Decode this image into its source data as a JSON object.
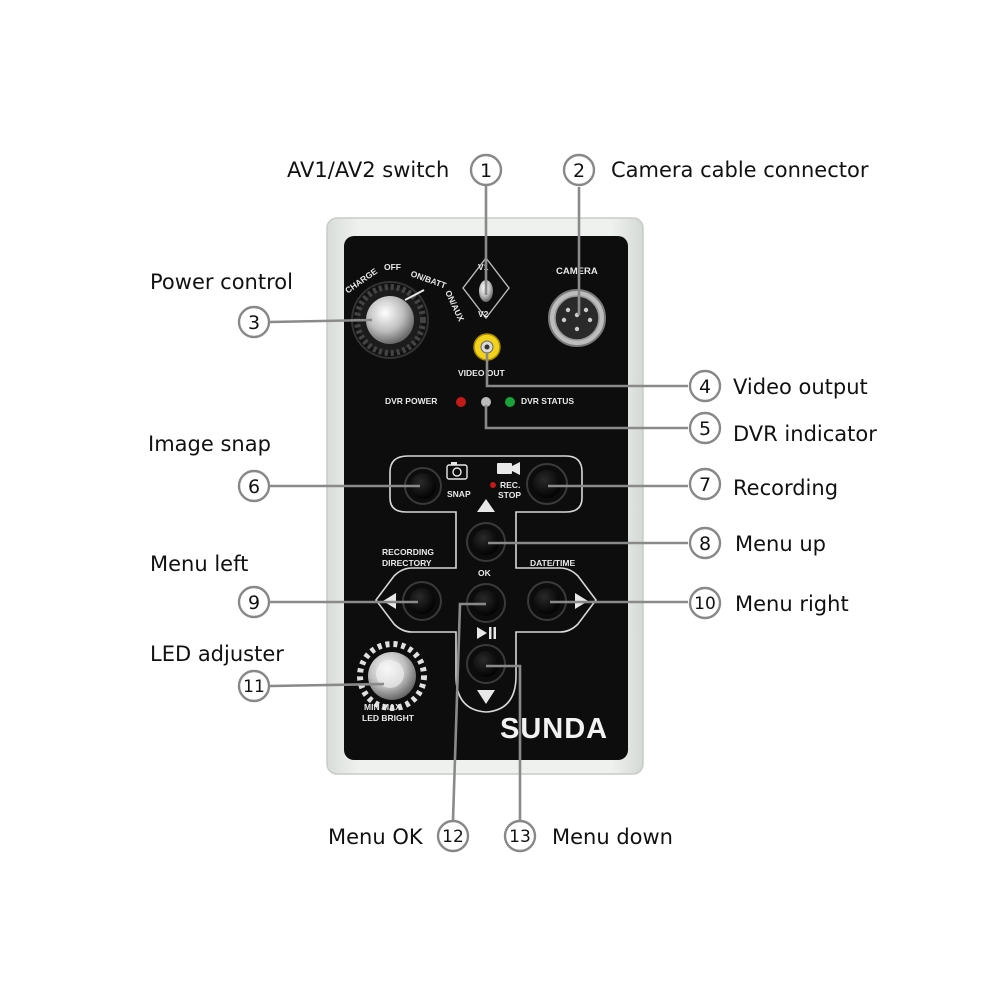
{
  "callouts": [
    {
      "number": "1",
      "label": "AV1/AV2 switch"
    },
    {
      "number": "2",
      "label": "Camera cable connector"
    },
    {
      "number": "3",
      "label": "Power control"
    },
    {
      "number": "4",
      "label": "Video output"
    },
    {
      "number": "5",
      "label": "DVR indicator"
    },
    {
      "number": "6",
      "label": "Image snap"
    },
    {
      "number": "7",
      "label": "Recording"
    },
    {
      "number": "8",
      "label": "Menu up"
    },
    {
      "number": "9",
      "label": "Menu left"
    },
    {
      "number": "10",
      "label": "Menu right"
    },
    {
      "number": "11",
      "label": "LED adjuster"
    },
    {
      "number": "12",
      "label": "Menu OK"
    },
    {
      "number": "13",
      "label": "Menu down"
    }
  ],
  "device": {
    "brand": "SUNDA",
    "camera_label": "CAMERA",
    "switch_v1": "V1",
    "switch_v2": "V2",
    "video_out_label": "VIDEO OUT",
    "dvr_power_label": "DVR POWER",
    "dvr_status_label": "DVR STATUS",
    "power_dial": {
      "charge": "CHARGE",
      "off": "OFF",
      "on_batt": "ON/BATT",
      "on_aux": "ON/AUX"
    },
    "snap_label": "SNAP",
    "rec_label": "REC.",
    "stop_label": "STOP",
    "recording_directory_line1": "RECORDING",
    "recording_directory_line2": "DIRECTORY",
    "ok_label": "OK",
    "date_time_label": "DATE/TIME",
    "led_min_max": "MIN  MAX.",
    "led_bright": "LED BRIGHT"
  },
  "colors": {
    "panel": "#0d0d0d",
    "casing": "#e9ece9",
    "leader": "#8a8a8a",
    "video_jack": "#f3d21c",
    "dvr_power_led": "#c41a1a",
    "dvr_status_led": "#1aa33a"
  }
}
